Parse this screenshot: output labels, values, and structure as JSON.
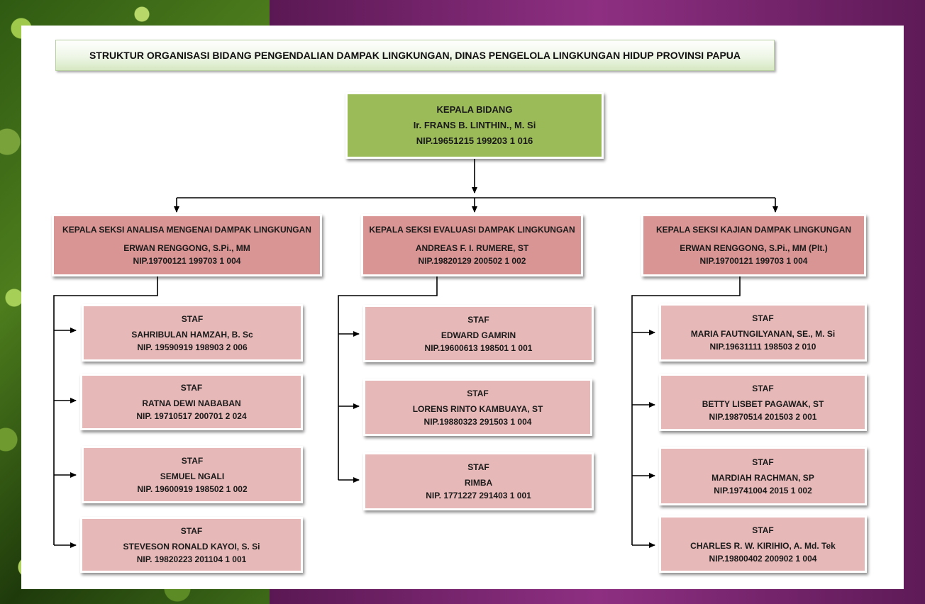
{
  "title": "STRUKTUR ORGANISASI BIDANG PENGENDALIAN DAMPAK LINGKUNGAN, DINAS PENGELOLA  LINGKUNGAN HIDUP PROVINSI PAPUA",
  "head": {
    "role": "KEPALA BIDANG",
    "name": "Ir. FRANS B. LINTHIN., M. Si",
    "nip": "NIP.19651215 199203 1 016"
  },
  "sections": [
    {
      "role": "KEPALA SEKSI ANALISA MENGENAI DAMPAK LINGKUNGAN",
      "name": "ERWAN RENGGONG, S.Pi., MM",
      "nip": "NIP.19700121 199703 1 004",
      "staff": [
        {
          "role": "STAF",
          "name": "SAHRIBULAN HAMZAH, B. Sc",
          "nip": "NIP. 19590919 198903 2 006"
        },
        {
          "role": "STAF",
          "name": "RATNA DEWI NABABAN",
          "nip": "NIP. 19710517 200701 2 024"
        },
        {
          "role": "STAF",
          "name": "SEMUEL NGALI",
          "nip": "NIP. 19600919 198502 1 002"
        },
        {
          "role": "STAF",
          "name": "STEVESON RONALD KAYOI, S. Si",
          "nip": "NIP. 19820223 201104 1 001"
        }
      ]
    },
    {
      "role": "KEPALA SEKSI EVALUASI DAMPAK LINGKUNGAN",
      "name": "ANDREAS F. I. RUMERE, ST",
      "nip": "NIP.19820129 200502 1 002",
      "staff": [
        {
          "role": "STAF",
          "name": "EDWARD GAMRIN",
          "nip": "NIP.19600613 198501 1 001"
        },
        {
          "role": "STAF",
          "name": "LORENS RINTO KAMBUAYA, ST",
          "nip": "NIP.19880323 291503 1 004"
        },
        {
          "role": "STAF",
          "name": "RIMBA",
          "nip": "NIP. 1771227 291403 1 001"
        }
      ]
    },
    {
      "role": "KEPALA SEKSI KAJIAN DAMPAK LINGKUNGAN",
      "name": "ERWAN RENGGONG, S.Pi., MM (Plt.)",
      "nip": "NIP.19700121 199703 1 004",
      "staff": [
        {
          "role": "STAF",
          "name": "MARIA FAUTNGILYANAN, SE., M. Si",
          "nip": "NIP.19631111 198503 2 010"
        },
        {
          "role": "STAF",
          "name": "BETTY LISBET PAGAWAK, ST",
          "nip": "NIP.19870514 201503 2 001"
        },
        {
          "role": "STAF",
          "name": "MARDIAH RACHMAN, SP",
          "nip": "NIP.19741004 2015 1 002"
        },
        {
          "role": "STAF",
          "name": "CHARLES R. W. KIRIHIO, A. Md. Tek",
          "nip": "NIP.19800402 200902 1 004"
        }
      ]
    }
  ]
}
